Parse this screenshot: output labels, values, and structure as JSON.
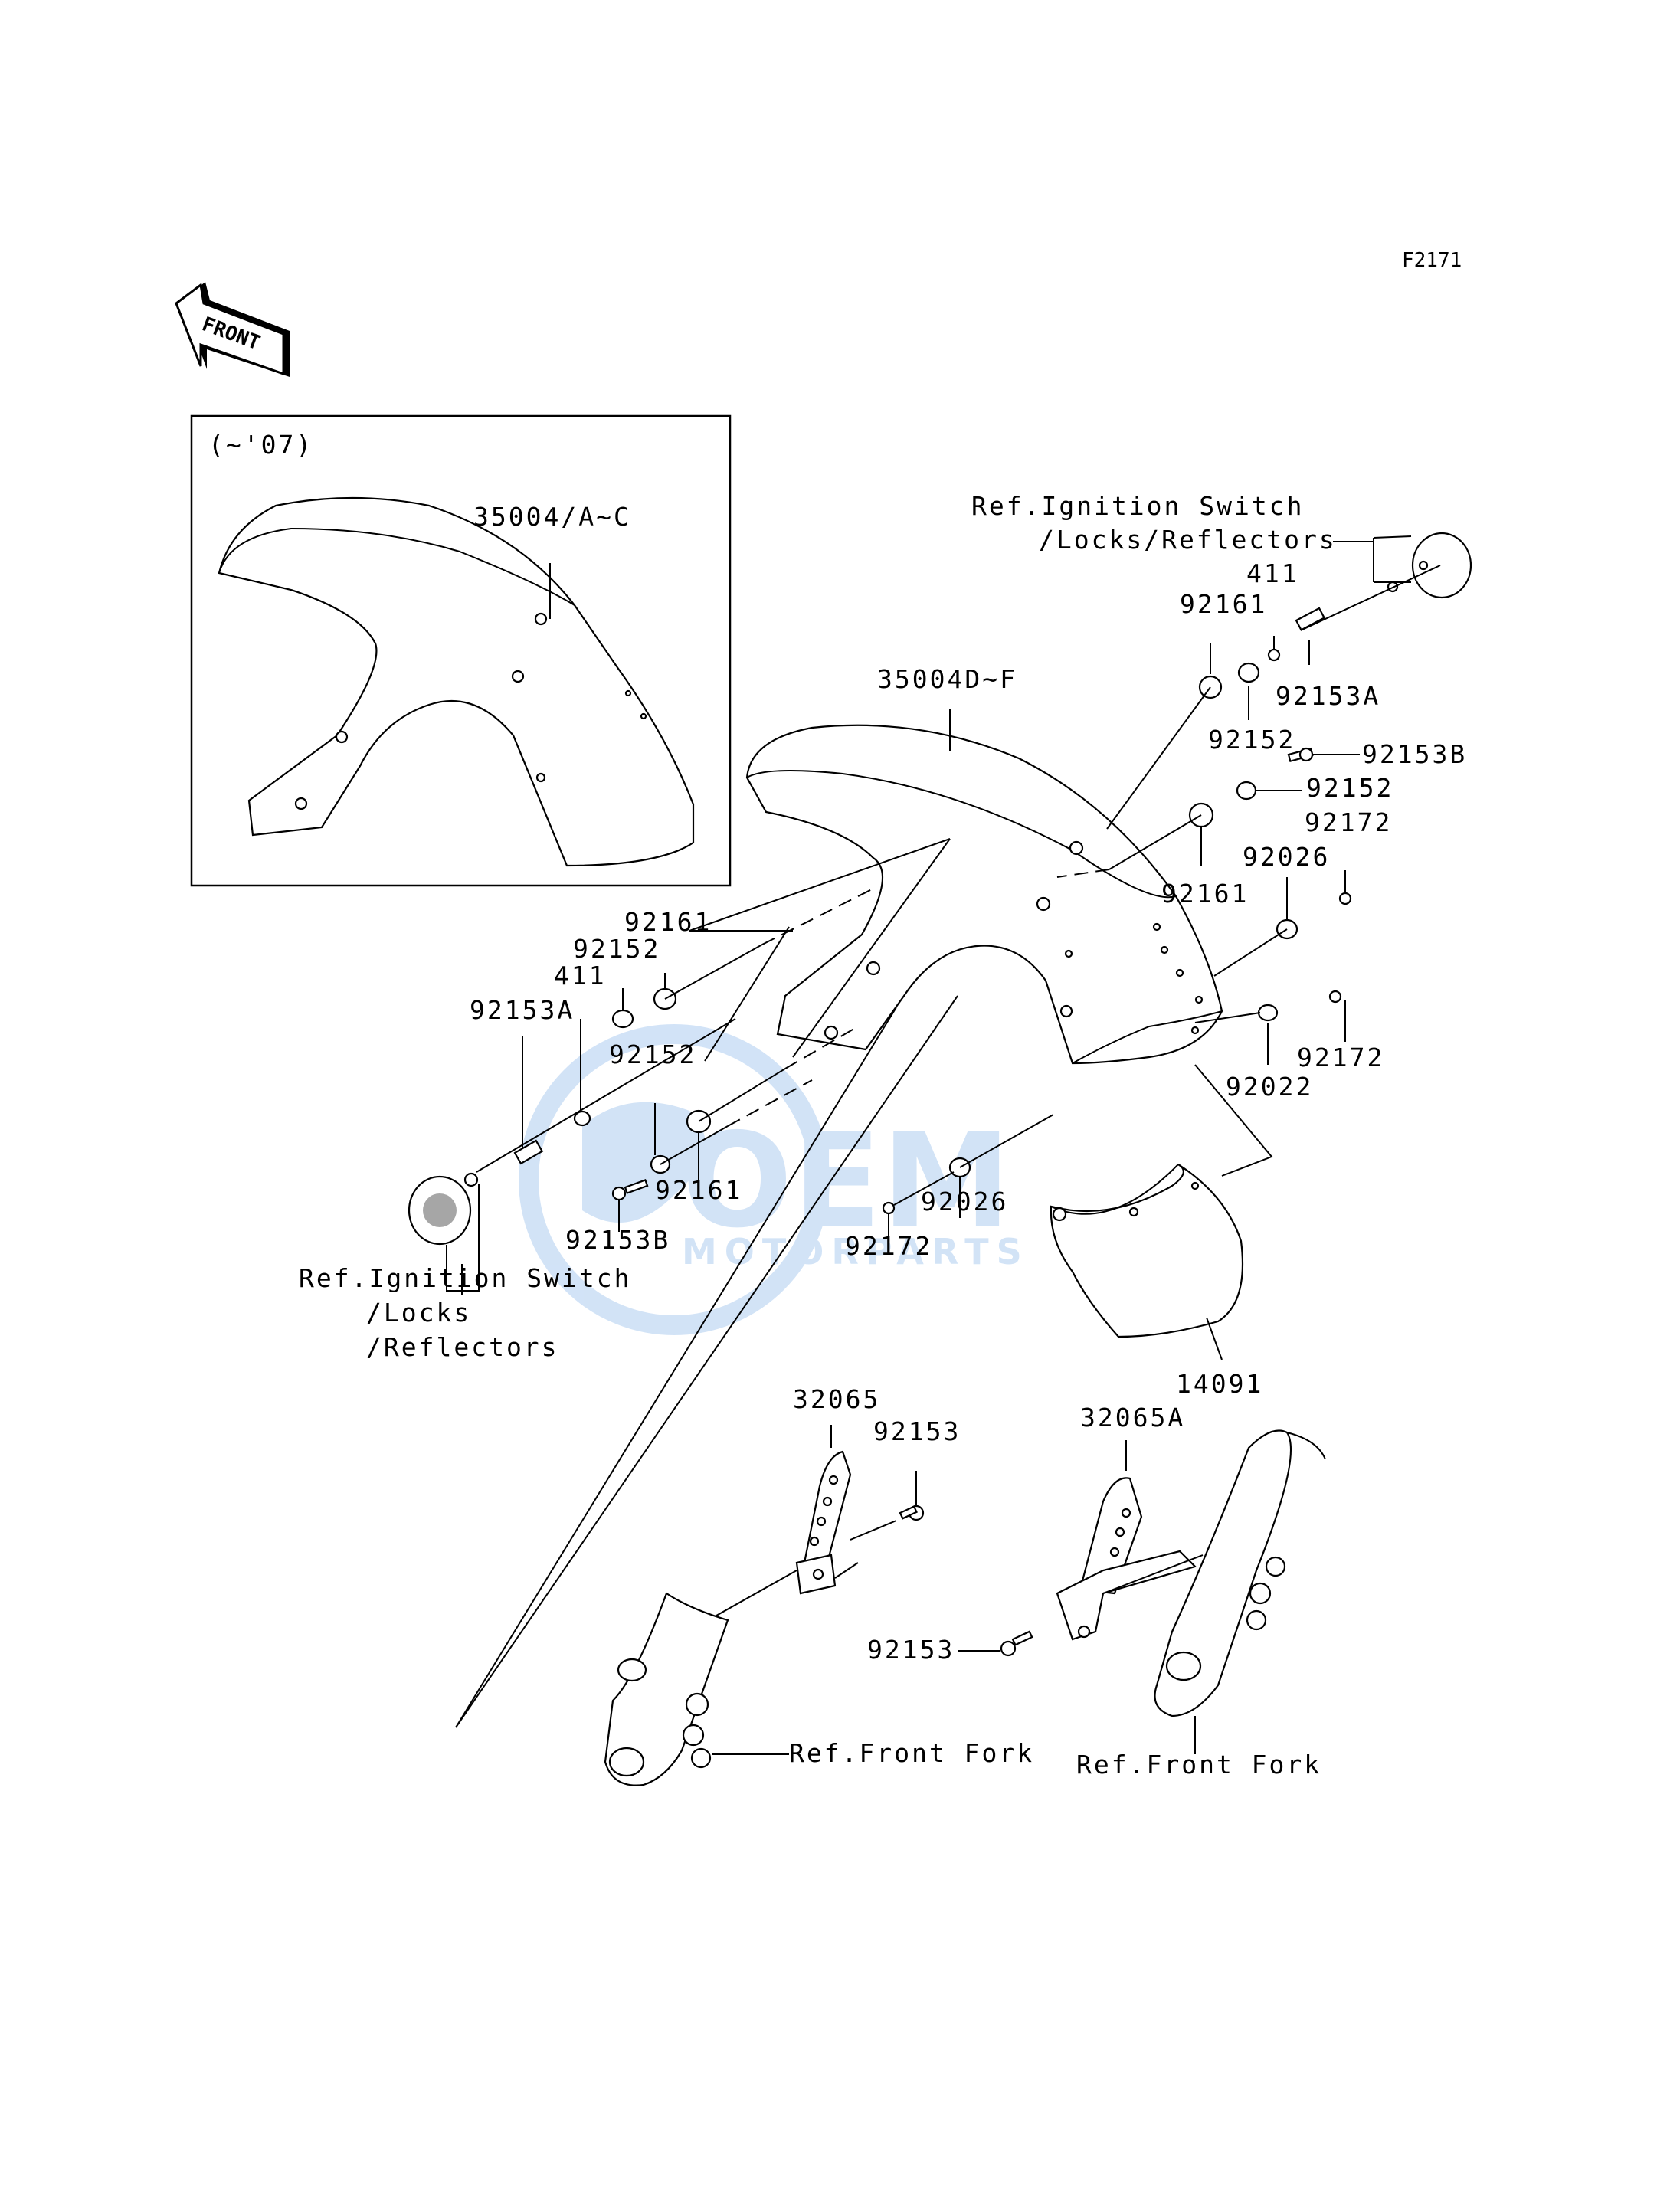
{
  "diagram_code": "F2171",
  "front_arrow_label": "FRONT",
  "inset_caption": "(~'07)",
  "watermark": {
    "brand": "OEM",
    "sub": "MOTORPARTS"
  },
  "labels": {
    "fender_inset": "35004/A~C",
    "fender_main": "35004D~F",
    "rear_flap": "14091",
    "ref_right_line1": "Ref.Ignition Switch",
    "ref_right_line2": "/Locks/Reflectors",
    "ref_left_line1": "Ref.Ignition Switch",
    "ref_left_line2": "/Locks",
    "ref_left_line3": "/Reflectors",
    "ref_fork_left": "Ref.Front Fork",
    "ref_fork_right": "Ref.Front Fork",
    "r_411": "411",
    "r_92161_top": "92161",
    "r_92153A": "92153A",
    "r_92152_top": "92152",
    "r_92153B": "92153B",
    "r_92152_mid": "92152",
    "r_92172_top": "92172",
    "r_92026": "92026",
    "r_92161_mid": "92161",
    "r_92022": "92022",
    "r_92172_right": "92172",
    "l_92161_top": "92161",
    "l_92152_top": "92152",
    "l_411": "411",
    "l_92153A": "92153A",
    "l_92152_low": "92152",
    "l_92161_low": "92161",
    "l_92153B": "92153B",
    "c_92026": "92026",
    "c_92172": "92172",
    "b_32065": "32065",
    "b_92153_left": "92153",
    "b_32065A": "32065A",
    "b_92153_right": "92153"
  }
}
